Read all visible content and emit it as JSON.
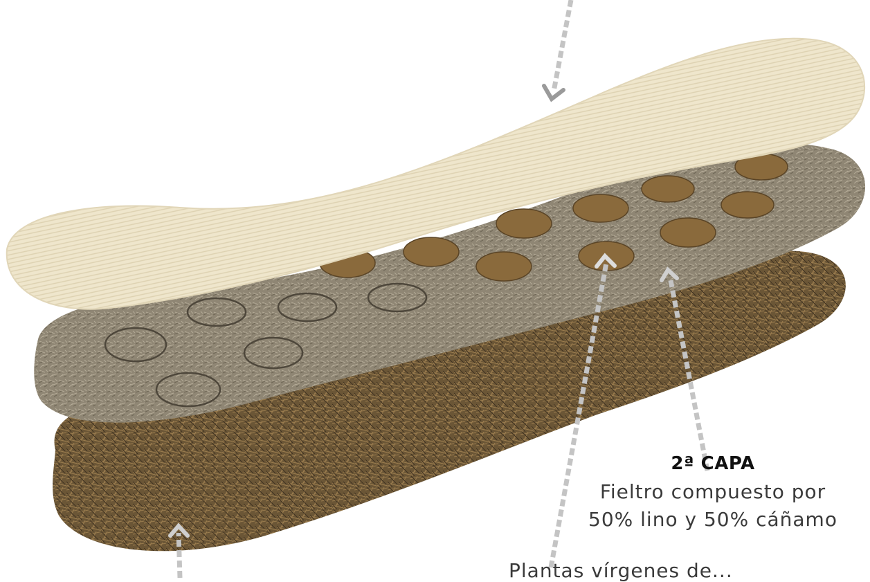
{
  "labels": {
    "capa2_title": "2ª CAPA",
    "capa2_desc": "Fieltro compuesto por\n50% lino y 50% cáñamo",
    "capa3_partial": "Plantas vírgenes de..."
  },
  "colors": {
    "top_layer": "#efe6cc",
    "middle_layer": "#8f8674",
    "bottom_layer": "#6b5636",
    "dots": "#8a6a3c",
    "arrows": "#c4c4c4",
    "text": "#3a3a3a"
  },
  "icons": [
    "arrow-down-icon",
    "arrow-up-icon"
  ]
}
